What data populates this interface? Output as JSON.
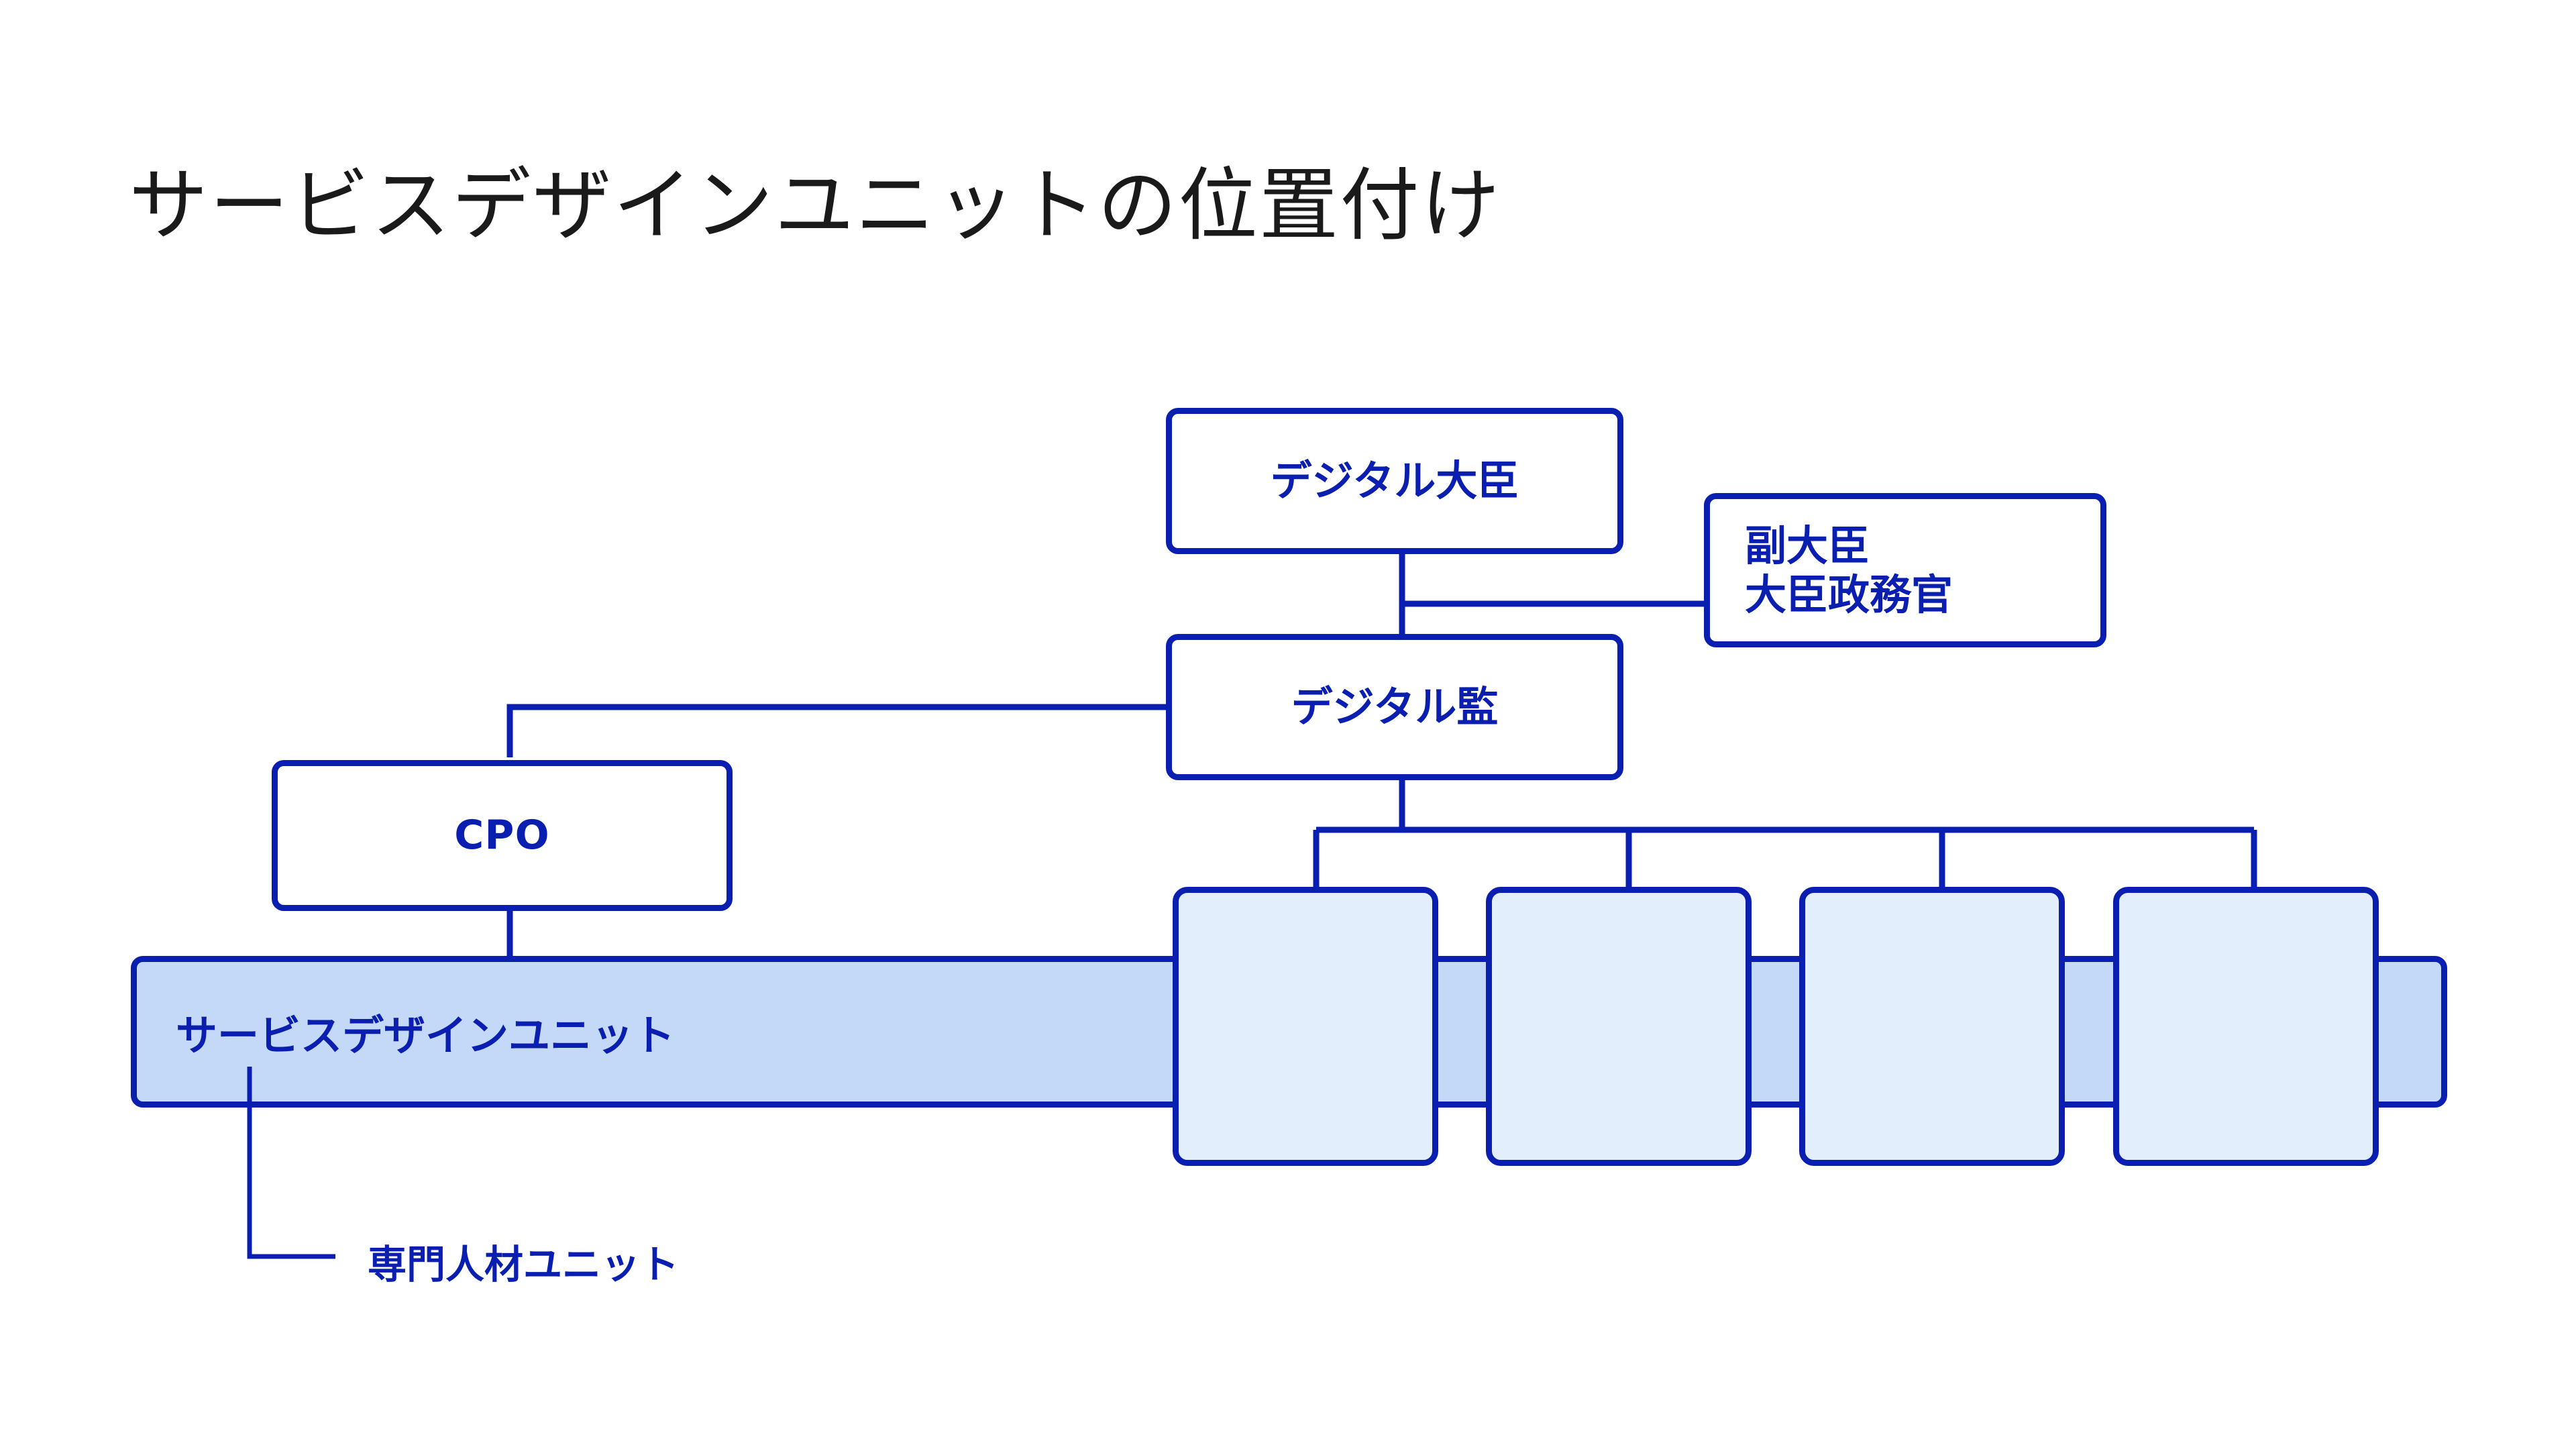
{
  "page": {
    "title": "サービスデザインユニットの位置付け",
    "background_color": "#ffffff"
  },
  "theme": {
    "line_color": "#0a1fb0",
    "text_color": "#0a1fb0",
    "title_color": "#1a1a1a",
    "band_fill": "#c3d9f7",
    "unit_fill": "#e3eefc",
    "node_fill": "#ffffff"
  },
  "org_chart": {
    "type": "diagram",
    "nodes": {
      "minister": {
        "label": "デジタル大臣"
      },
      "vice_minister": {
        "label": "副大臣\n大臣政務官"
      },
      "director_general": {
        "label": "デジタル監"
      },
      "cpo": {
        "label": "CPO"
      },
      "service_design_unit": {
        "label": "サービスデザインユニット"
      },
      "specialist_unit": {
        "label": "専門人材ユニット"
      }
    },
    "unit_boxes": [
      {
        "label": ""
      },
      {
        "label": ""
      },
      {
        "label": ""
      },
      {
        "label": ""
      }
    ],
    "edges": [
      {
        "from": "minister",
        "to": "director_general"
      },
      {
        "from": "minister",
        "to": "vice_minister"
      },
      {
        "from": "director_general",
        "to": "cpo"
      },
      {
        "from": "director_general",
        "to": "unit_box_1"
      },
      {
        "from": "director_general",
        "to": "unit_box_2"
      },
      {
        "from": "director_general",
        "to": "unit_box_3"
      },
      {
        "from": "director_general",
        "to": "unit_box_4"
      },
      {
        "from": "cpo",
        "to": "service_design_unit"
      },
      {
        "from": "service_design_unit",
        "to": "specialist_unit"
      }
    ]
  }
}
